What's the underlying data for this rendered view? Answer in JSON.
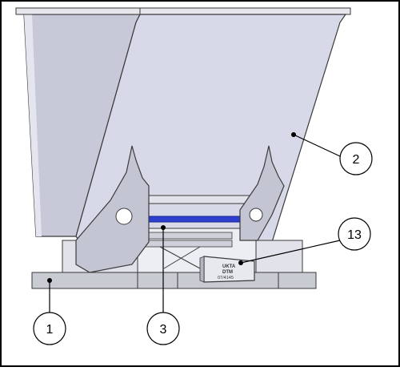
{
  "callouts": [
    {
      "id": "c1",
      "label": "1",
      "part": "base-frame"
    },
    {
      "id": "c2",
      "label": "2",
      "part": "tipping-hopper"
    },
    {
      "id": "c3",
      "label": "3",
      "part": "pivot-bar"
    },
    {
      "id": "c13",
      "label": "13",
      "part": "name-plate"
    }
  ],
  "nameplate": {
    "line1": "UKTA",
    "line2": "DTM",
    "line3": "07/4145"
  },
  "colors": {
    "hopper_fill": "#d8d9e8",
    "hopper_shade": "#b9bacc",
    "bar_blue": "#2d3fd0",
    "base_fill": "#c9cbd3",
    "outline": "#3a3a3a"
  }
}
